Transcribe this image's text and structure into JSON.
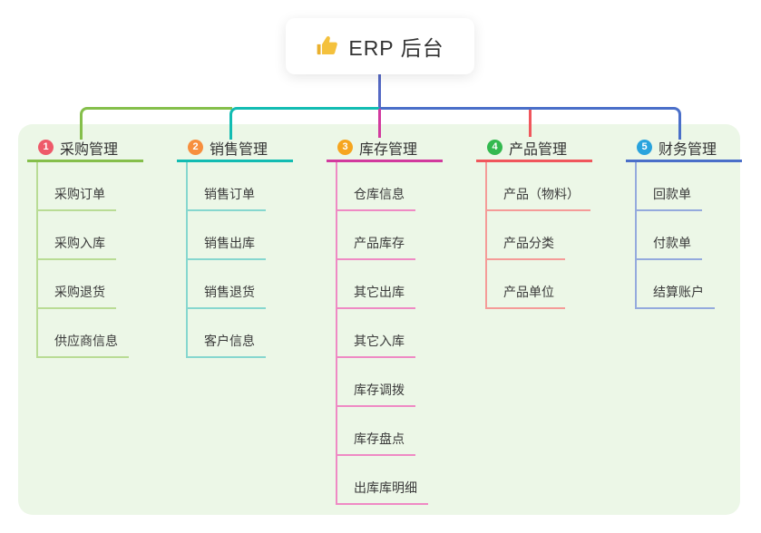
{
  "root": {
    "title": "ERP 后台",
    "icon": "thumbs-up-icon"
  },
  "colors": {
    "panel_background": "#ecf7e7",
    "root_connector": "#5569c4"
  },
  "branches": [
    {
      "num": "1",
      "label": "采购管理",
      "badge_color": "#ee5a6a",
      "line_color": "#85bf4b",
      "child_line_color": "#b9dc95",
      "children": [
        "采购订单",
        "采购入库",
        "采购退货",
        "供应商信息"
      ]
    },
    {
      "num": "2",
      "label": "销售管理",
      "badge_color": "#f78f3e",
      "line_color": "#12bcb2",
      "child_line_color": "#86d7cf",
      "children": [
        "销售订单",
        "销售出库",
        "销售退货",
        "客户信息"
      ]
    },
    {
      "num": "3",
      "label": "库存管理",
      "badge_color": "#f6a51f",
      "line_color": "#d23a9e",
      "child_line_color": "#ef8ac4",
      "children": [
        "仓库信息",
        "产品库存",
        "其它出库",
        "其它入库",
        "库存调拨",
        "库存盘点",
        "出库库明细"
      ]
    },
    {
      "num": "4",
      "label": "产品管理",
      "badge_color": "#33b94f",
      "line_color": "#f0565c",
      "child_line_color": "#f59b98",
      "children": [
        "产品（物料）",
        "产品分类",
        "产品单位"
      ]
    },
    {
      "num": "5",
      "label": "财务管理",
      "badge_color": "#29a3dd",
      "line_color": "#4a6fc9",
      "child_line_color": "#94aadd",
      "children": [
        "回款单",
        "付款单",
        "结算账户"
      ]
    }
  ]
}
